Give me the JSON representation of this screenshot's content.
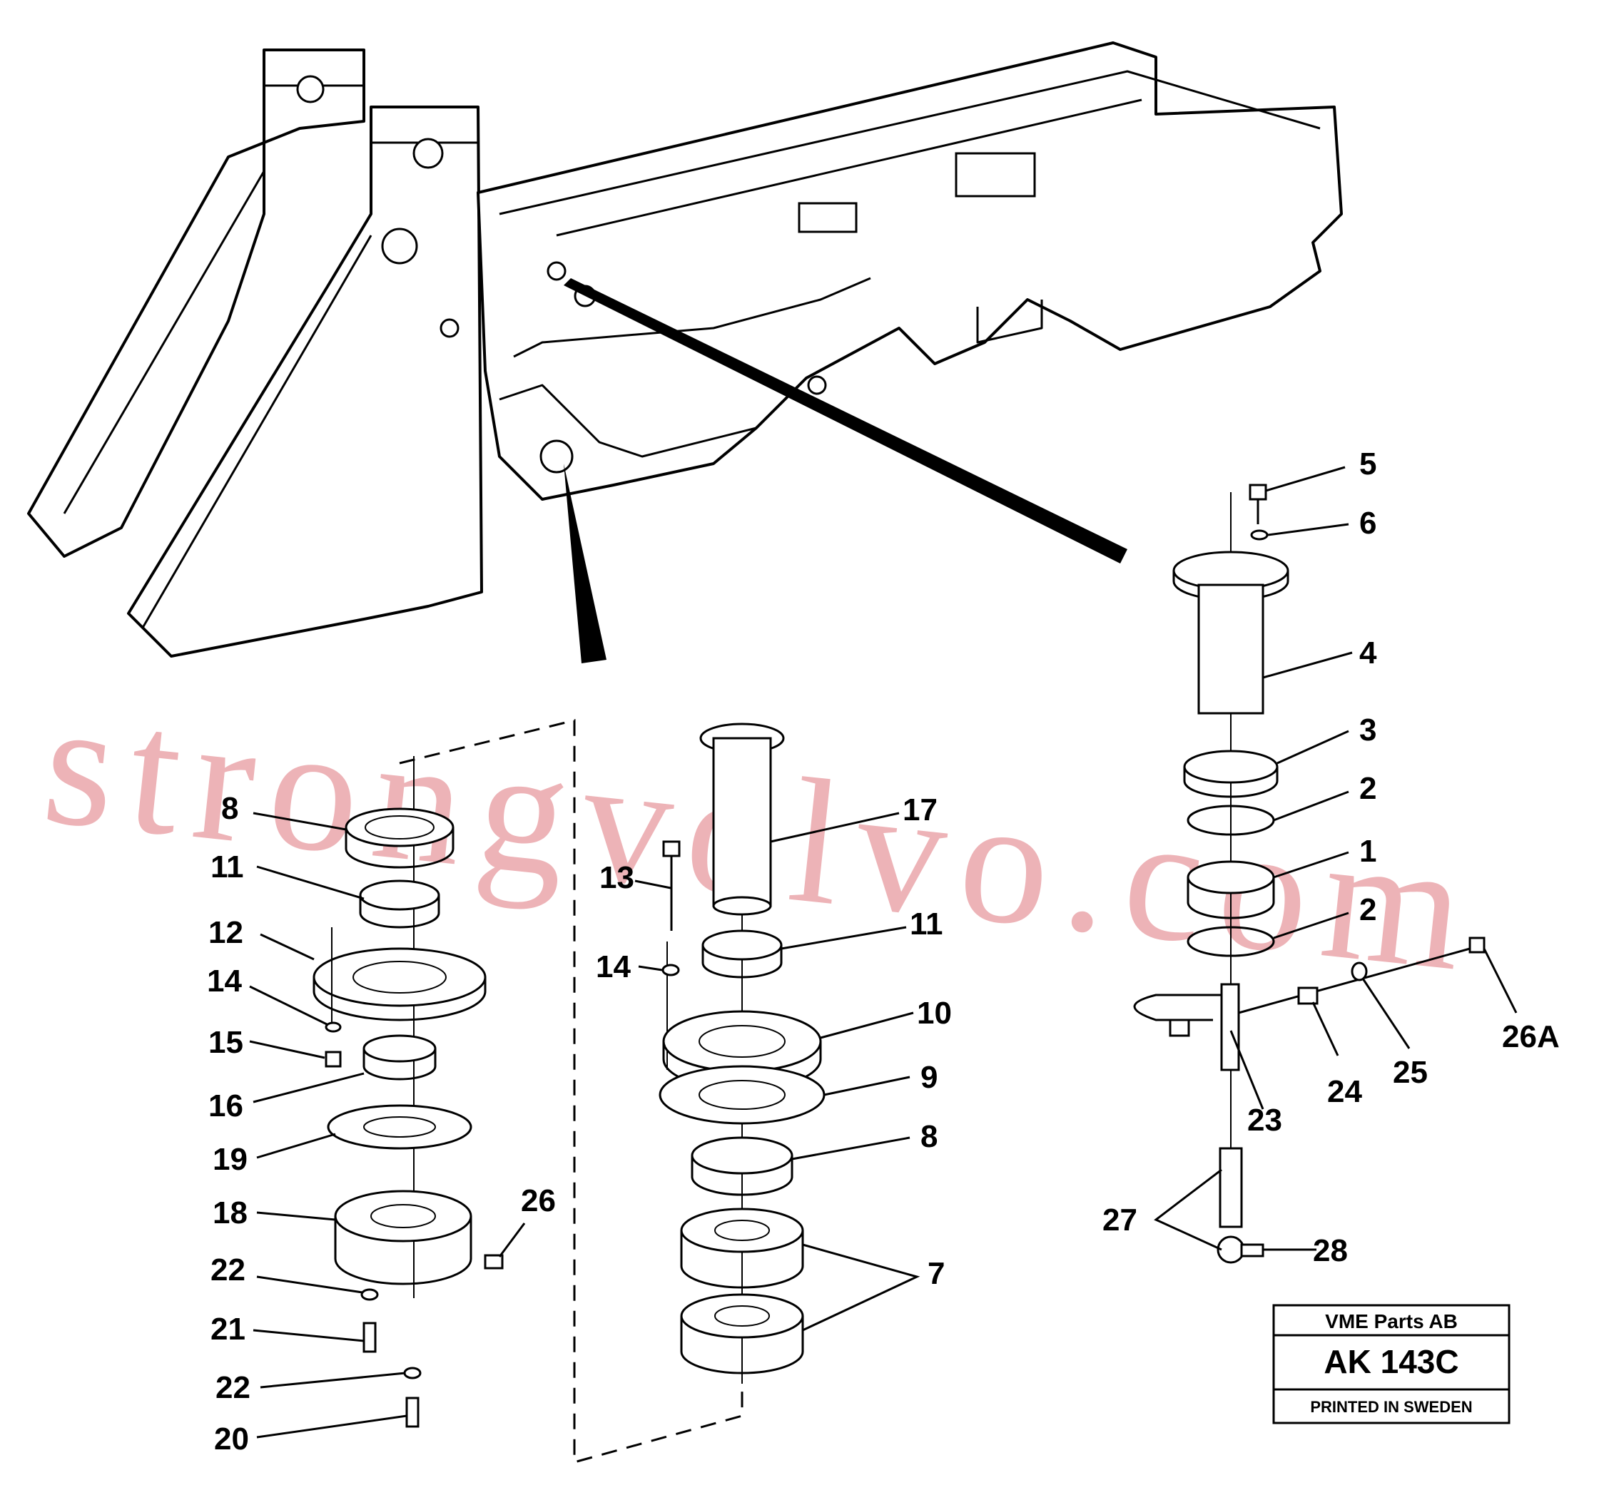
{
  "title_block": {
    "company": "VME Parts AB",
    "drawing_number": "AK 143C",
    "printed": "PRINTED IN SWEDEN"
  },
  "watermark": "strongvolvo.com",
  "callouts": {
    "c1": "1",
    "c2a": "2",
    "c2b": "2",
    "c3": "3",
    "c4": "4",
    "c5": "5",
    "c6": "6",
    "c7": "7",
    "c8a": "8",
    "c8b": "8",
    "c9": "9",
    "c10": "10",
    "c11a": "11",
    "c11b": "11",
    "c12": "12",
    "c13": "13",
    "c14a": "14",
    "c14b": "14",
    "c15": "15",
    "c16": "16",
    "c17": "17",
    "c18": "18",
    "c19": "19",
    "c20": "20",
    "c21": "21",
    "c22a": "22",
    "c22b": "22",
    "c23": "23",
    "c24": "24",
    "c25": "25",
    "c26": "26",
    "c26a": "26A",
    "c27": "27",
    "c28": "28"
  },
  "colors": {
    "line": "#000000",
    "watermark": "#e89aa0",
    "background": "#ffffff"
  }
}
